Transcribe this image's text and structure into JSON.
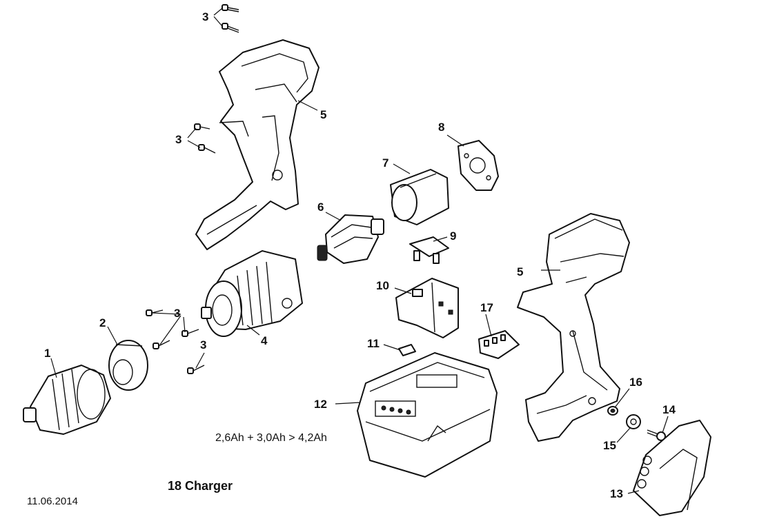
{
  "callouts": {
    "c1": "1",
    "c2": "2",
    "c3a": "3",
    "c3b": "3",
    "c3c": "3",
    "c3d": "3",
    "c4": "4",
    "c5a": "5",
    "c5b": "5",
    "c6": "6",
    "c7": "7",
    "c8": "8",
    "c9": "9",
    "c10": "10",
    "c11": "11",
    "c12": "12",
    "c13": "13",
    "c14": "14",
    "c15": "15",
    "c16": "16",
    "c17": "17"
  },
  "battery_note": "2,6Ah + 3,0Ah > 4,2Ah",
  "charger_label": "18 Charger",
  "date": "11.06.2014"
}
